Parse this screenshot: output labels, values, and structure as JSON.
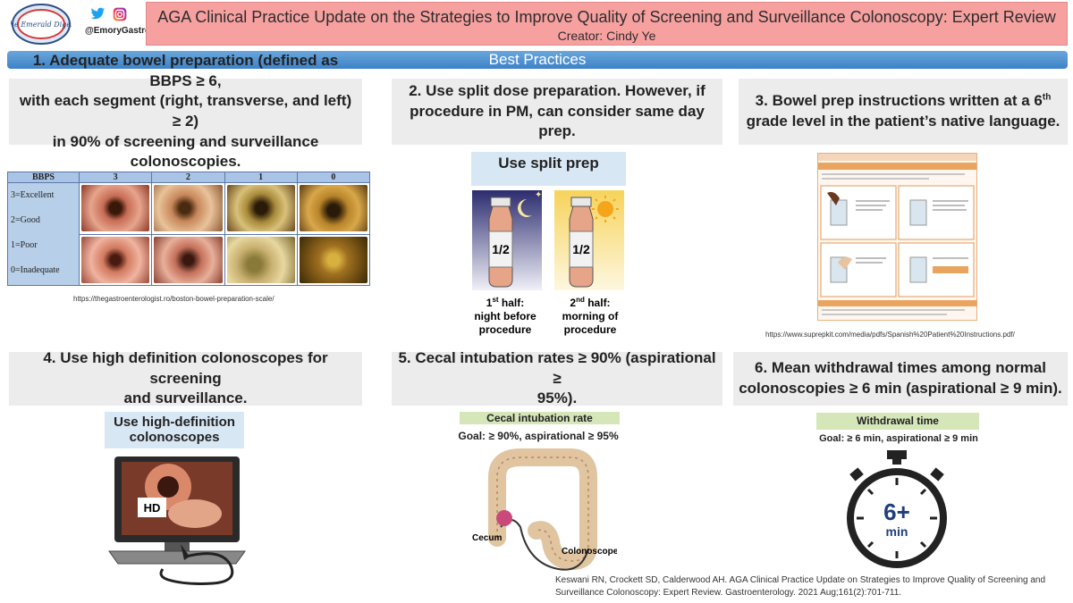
{
  "header": {
    "logo_text": "The Emerald Digest",
    "handle": "@EmoryGastroHep",
    "title": "AGA Clinical Practice Update on the Strategies to Improve Quality of Screening and Surveillance Colonoscopy: Expert Review",
    "creator": "Creator: Cindy Ye",
    "colors": {
      "title_bg": "#f7a0a0",
      "bar": "#4a8fd1",
      "box_bg": "#ececec"
    }
  },
  "section_title": "Best Practices",
  "practices": [
    {
      "lines": [
        "1. Adequate bowel preparation (defined as BBPS ≥ 6,",
        "with each segment (right, transverse, and left) ≥ 2)",
        "in 90% of screening and surveillance colonoscopies."
      ]
    },
    {
      "lines": [
        "2. Use split dose preparation. However, if",
        "procedure in PM, can consider same day prep."
      ]
    },
    {
      "line1_pre": "3. Bowel prep instructions written at a 6",
      "line1_sup": "th",
      "line2": "grade level in the patient’s native language."
    },
    {
      "lines": [
        "4. Use high definition colonoscopes for screening",
        "and surveillance."
      ]
    },
    {
      "lines": [
        "5. Cecal intubation rates ≥ 90% (aspirational ≥",
        "95%)."
      ]
    },
    {
      "lines": [
        "6. Mean withdrawal times among normal",
        "colonoscopies ≥ 6 min (aspirational ≥ 9 min)."
      ]
    }
  ],
  "bbps_table": {
    "header": [
      "BBPS",
      "3",
      "2",
      "1",
      "0"
    ],
    "scores": [
      "3=Excellent",
      "2=Good",
      "1=Poor",
      "0=Inadequate"
    ]
  },
  "urls": {
    "bbps": "https://thegastroenterologist.ro/boston-bowel-preparation-scale/",
    "instructions": "https://www.suprepkit.com/media/pdfs/Spanish%20Patient%20Instructions.pdf/"
  },
  "split_prep": {
    "heading": "Use split prep",
    "bottle_label": "1/2",
    "first": {
      "num": "1",
      "sup": "st",
      "title": " half:",
      "l2": "night before",
      "l3": "procedure"
    },
    "second": {
      "num": "2",
      "sup": "nd",
      "title": " half:",
      "l2": "morning of",
      "l3": "procedure"
    }
  },
  "hd": {
    "heading_l1": "Use high-definition",
    "heading_l2": "colonoscopes",
    "screen_label": "HD"
  },
  "cecal": {
    "heading": "Cecal intubation rate",
    "goal": "Goal: ≥ 90%, aspirational ≥ 95%",
    "cecum_label": "Cecum",
    "scope_label": "Colonoscope"
  },
  "withdrawal": {
    "heading": "Withdrawal time",
    "goal": "Goal: ≥ 6 min, aspirational ≥ 9 min",
    "value": "6+",
    "unit": "min"
  },
  "citation": "Keswani RN, Crockett SD, Calderwood AH. AGA Clinical Practice Update on Strategies to Improve Quality of Screening and Surveillance Colonoscopy: Expert Review. Gastroenterology. 2021 Aug;161(2):701-711."
}
